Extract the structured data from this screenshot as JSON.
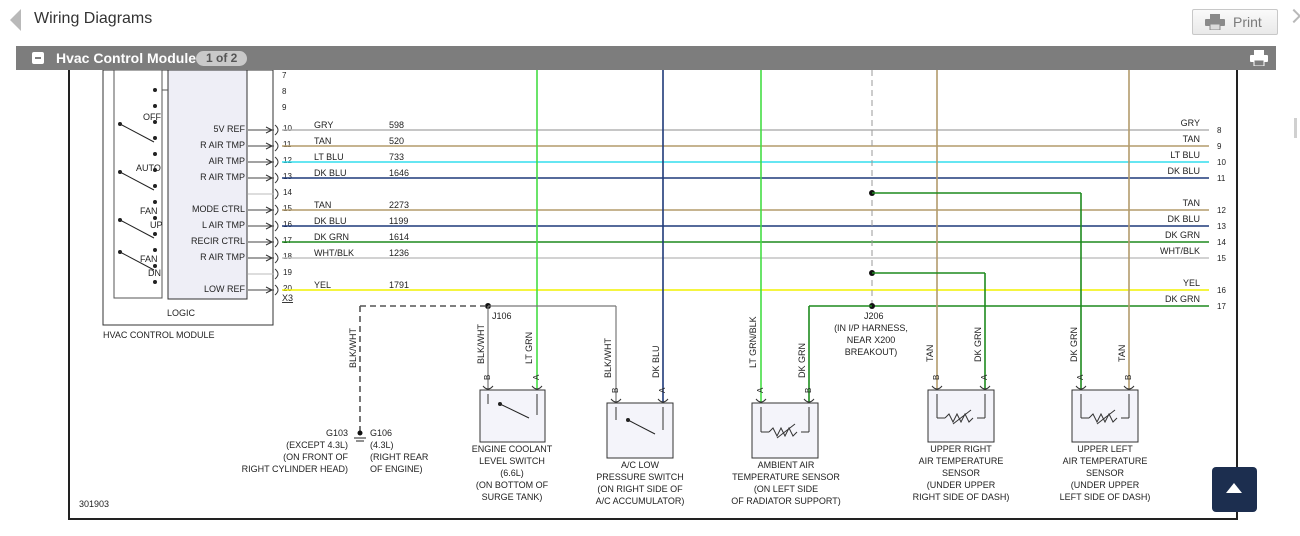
{
  "toolbar": {
    "title": "Wiring Diagrams",
    "print_label": "Print"
  },
  "section": {
    "title": "Hvac Control Module",
    "page_badge": "1 of 2"
  },
  "module": {
    "name": "HVAC CONTROL MODULE",
    "logic_label": "LOGIC",
    "switch_positions": [
      "OFF",
      "AUTO",
      "FAN",
      "UP",
      "FAN",
      "DN"
    ],
    "upper_pins": [
      "7",
      "8",
      "9"
    ],
    "x3_label": "X3"
  },
  "circuits": [
    {
      "pin": "10",
      "func": "5V REF",
      "color": "GRY",
      "circuit": "598",
      "right_color": "GRY",
      "right_pin": "8",
      "hex": "#b4b4b4"
    },
    {
      "pin": "11",
      "func": "R AIR TMP",
      "color": "TAN",
      "circuit": "520",
      "right_color": "TAN",
      "right_pin": "9",
      "hex": "#b39b6c"
    },
    {
      "pin": "12",
      "func": "AIR TMP",
      "color": "LT BLU",
      "circuit": "733",
      "right_color": "LT BLU",
      "right_pin": "10",
      "hex": "#33ddee"
    },
    {
      "pin": "13",
      "func": "R AIR TMP",
      "color": "DK BLU",
      "circuit": "1646",
      "right_color": "DK BLU",
      "right_pin": "11",
      "hex": "#1f3a7a"
    },
    {
      "pin": "14",
      "func": "",
      "color": "",
      "circuit": "",
      "right_color": "",
      "right_pin": "",
      "hex": ""
    },
    {
      "pin": "15",
      "func": "MODE CTRL",
      "color": "TAN",
      "circuit": "2273",
      "right_color": "TAN",
      "right_pin": "12",
      "hex": "#b39b6c"
    },
    {
      "pin": "16",
      "func": "L AIR TMP",
      "color": "DK BLU",
      "circuit": "1199",
      "right_color": "DK BLU",
      "right_pin": "13",
      "hex": "#1f3a7a"
    },
    {
      "pin": "17",
      "func": "RECIR CTRL",
      "color": "DK GRN",
      "circuit": "1614",
      "right_color": "DK GRN",
      "right_pin": "14",
      "hex": "#1e8a1e"
    },
    {
      "pin": "18",
      "func": "R AIR TMP",
      "color": "WHT/BLK",
      "circuit": "1236",
      "right_color": "WHT/BLK",
      "right_pin": "15",
      "hex": "#c4c4c4"
    },
    {
      "pin": "19",
      "func": "",
      "color": "",
      "circuit": "",
      "right_color": "",
      "right_pin": "",
      "hex": ""
    },
    {
      "pin": "20",
      "func": "LOW REF",
      "color": "YEL",
      "circuit": "1791",
      "right_color": "YEL",
      "right_pin": "16",
      "hex": "#f2f200"
    }
  ],
  "extra_right": {
    "color": "DK GRN",
    "pin": "17"
  },
  "splices": {
    "j106": "J106",
    "j206": "J206",
    "j206_note": [
      "(IN I/P HARNESS,",
      "NEAR X200",
      "BREAKOUT)"
    ]
  },
  "vertical_labels": {
    "blk_wht_ground": "BLK/WHT",
    "ect_b": "BLK/WHT",
    "ect_a": "LT GRN",
    "ac_b": "BLK/WHT",
    "ac_a": "DK BLU",
    "amb_a": "LT GRN/BLK",
    "amb_b": "DK GRN",
    "ur_b": "TAN",
    "ur_a": "DK GRN",
    "ul_a": "DK GRN",
    "ul_b": "TAN"
  },
  "pin_letters": {
    "a": "A",
    "b": "B"
  },
  "grounds": {
    "g103": [
      "G103",
      "(EXCEPT 4.3L)",
      "(ON FRONT OF",
      "RIGHT CYLINDER HEAD)"
    ],
    "g106": [
      "G106",
      "(4.3L)",
      "(RIGHT REAR",
      "OF ENGINE)"
    ]
  },
  "components": {
    "ect": [
      "ENGINE COOLANT",
      "LEVEL SWITCH",
      "(6.6L)",
      "(ON BOTTOM OF",
      "SURGE TANK)"
    ],
    "ac": [
      "A/C LOW",
      "PRESSURE SWITCH",
      "(ON RIGHT SIDE OF",
      "A/C ACCUMULATOR)"
    ],
    "amb": [
      "AMBIENT AIR",
      "TEMPERATURE SENSOR",
      "(ON LEFT SIDE",
      "OF RADIATOR SUPPORT)"
    ],
    "ur": [
      "UPPER RIGHT",
      "AIR TEMPERATURE",
      "SENSOR",
      "(UNDER UPPER",
      "RIGHT SIDE OF DASH)"
    ],
    "ul": [
      "UPPER LEFT",
      "AIR TEMPERATURE",
      "SENSOR",
      "(UNDER UPPER",
      "LEFT SIDE OF DASH)"
    ]
  },
  "diagram_id": "301903",
  "colors": {
    "lt_grn": "#44dd44",
    "dk_blu": "#1f3a7a",
    "dk_grn": "#1e8a1e",
    "tan": "#b39b6c",
    "gry": "#b4b4b4",
    "yel": "#f2f200",
    "lt_blu": "#33ddee",
    "header": "#7d7d7d",
    "top_btn": "#1c2e4f"
  }
}
